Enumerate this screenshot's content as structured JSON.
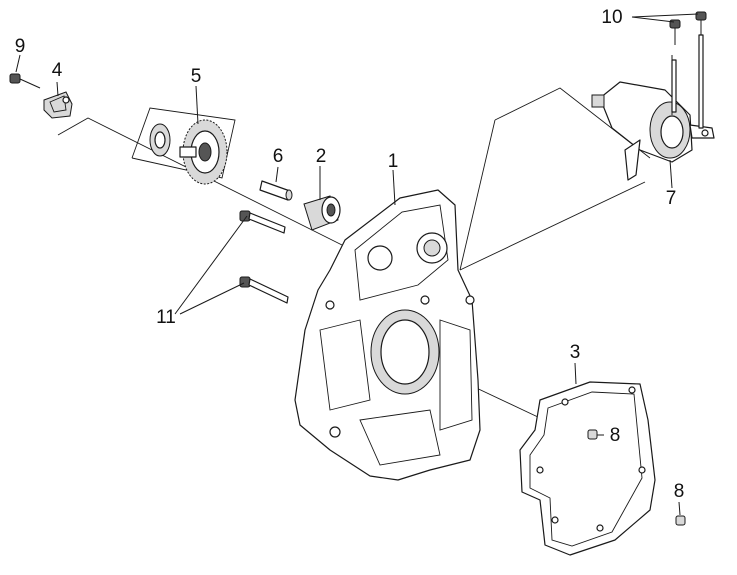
{
  "callouts": {
    "c1": "1",
    "c2": "2",
    "c3": "3",
    "c4": "4",
    "c5": "5",
    "c6": "6",
    "c7": "7",
    "c8a": "8",
    "c8b": "8",
    "c9": "9",
    "c10": "10",
    "c11": "11"
  },
  "colors": {
    "line": "#1a1a1a",
    "shade": "#d9d9d9",
    "background": "#ffffff"
  }
}
